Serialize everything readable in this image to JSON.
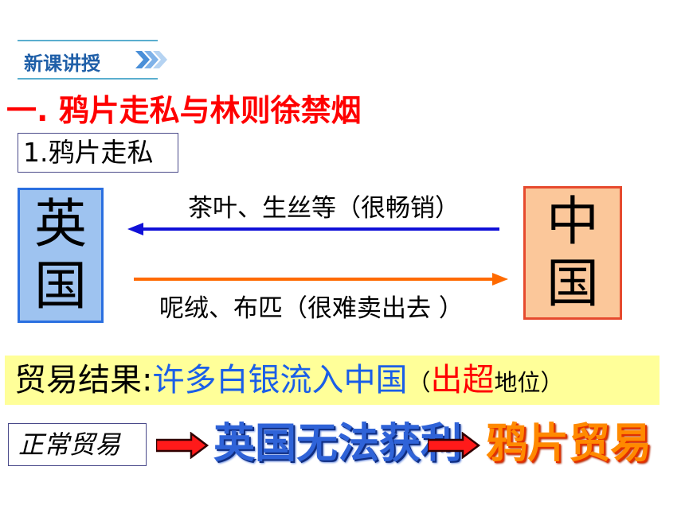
{
  "header": {
    "tag": "新课讲授",
    "title": "一. 鸦片走私与林则徐禁烟",
    "subtitle": "1.鸦片走私"
  },
  "trade": {
    "left_country": [
      "英",
      "国"
    ],
    "right_country": [
      "中",
      "国"
    ],
    "export_to_uk": "茶叶、生丝等（很畅销）",
    "import_to_cn": "呢绒、布匹（很难卖出去 ）"
  },
  "result": {
    "label": "贸易结果",
    "colon": ":",
    "value": "许多白银流入中国",
    "paren_open": "（",
    "highlight": "出超",
    "suffix": "地位",
    "paren_close": "）"
  },
  "flow": {
    "step1": "正常贸易",
    "step2": "英国无法获利",
    "step3": "鸦片贸易"
  },
  "colors": {
    "title_red": "#ff0000",
    "tag_blue": "#1f5fa8",
    "arrow_blue": "#1010d8",
    "arrow_orange": "#ff6a00",
    "banner_yellow": "#ffff99"
  }
}
